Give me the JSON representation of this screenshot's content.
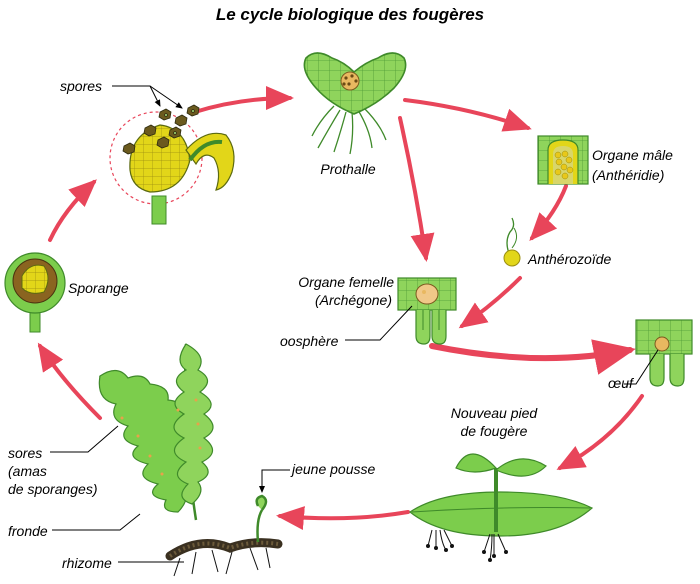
{
  "title": "Le cycle biologique des fougères",
  "labels": {
    "spores": "spores",
    "prothalle": "Prothalle",
    "organe_male_1": "Organe mâle",
    "organe_male_2": "(Anthéridie)",
    "antherozoide": "Anthérozoïde",
    "organe_femelle_1": "Organe femelle",
    "organe_femelle_2": "(Archégone)",
    "oosphere": "oosphère",
    "oeuf": "œuf",
    "nouveau_pied_1": "Nouveau pied",
    "nouveau_pied_2": "de fougère",
    "jeune_pousse": "jeune pousse",
    "sporange": "Sporange",
    "sores_1": "sores",
    "sores_2": "(amas",
    "sores_3": "de sporanges)",
    "fronde": "fronde",
    "rhizome": "rhizome"
  },
  "colors": {
    "arrow": "#e8455a",
    "arrow_light": "#f7a0aa",
    "green": "#7ccd4c",
    "green_light": "#a8e07a",
    "green_dark": "#3f8a2a",
    "yellow": "#e2d619",
    "brown": "#7a5a1e",
    "tan": "#e8b860"
  }
}
